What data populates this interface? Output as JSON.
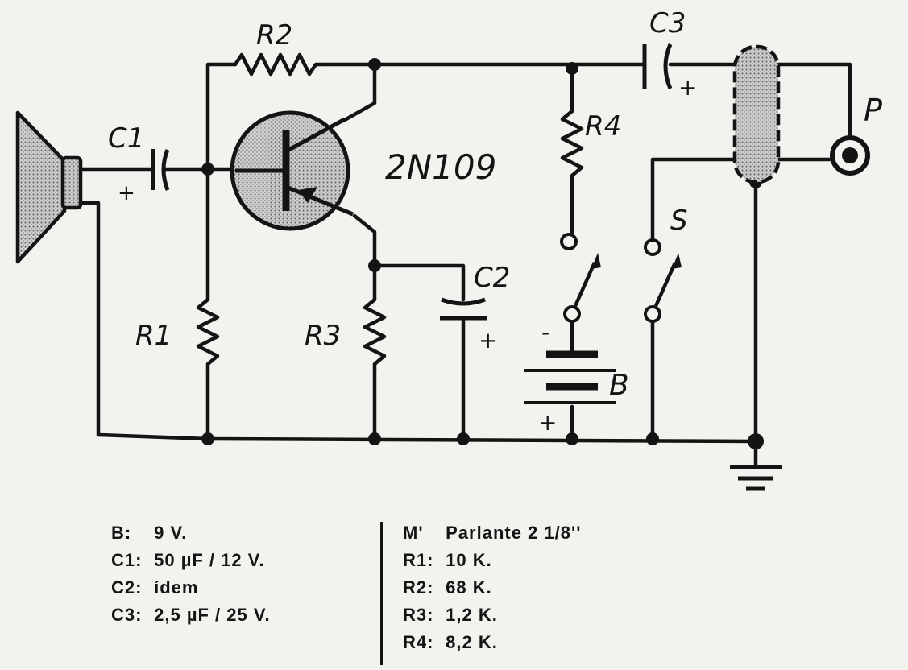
{
  "components": {
    "r1": "R1",
    "r2": "R2",
    "r3": "R3",
    "r4": "R4",
    "c1": "C1",
    "c2": "C2",
    "c3": "C3",
    "transistor": "2N109",
    "battery": "B",
    "switch": "S",
    "output": "P",
    "plus": "+",
    "minus": "-"
  },
  "legend": {
    "left": [
      {
        "key": "B:",
        "value": "9 V."
      },
      {
        "key": "C1:",
        "value": "50 µF / 12 V."
      },
      {
        "key": "C2:",
        "value": "ídem"
      },
      {
        "key": "C3:",
        "value": "2,5 µF / 25 V."
      }
    ],
    "right": [
      {
        "key": "M'",
        "value": "Parlante 2 1/8''"
      },
      {
        "key": "R1:",
        "value": "10 K."
      },
      {
        "key": "R2:",
        "value": "68 K."
      },
      {
        "key": "R3:",
        "value": "1,2 K."
      },
      {
        "key": "R4:",
        "value": "8,2 K."
      }
    ]
  }
}
